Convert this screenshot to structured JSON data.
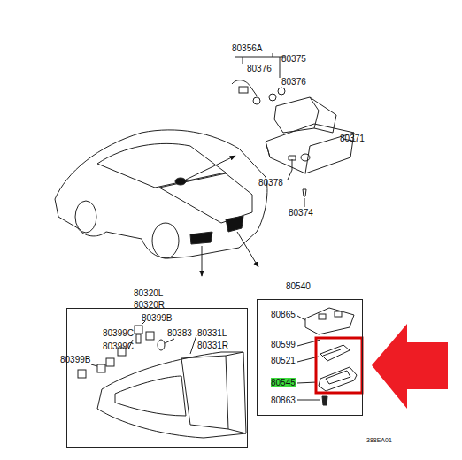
{
  "diagram": {
    "nodes": [
      {
        "text": [
          "80320L 80320R"
        ]
      },
      {
        "text": [
          "80540"
        ]
      }
    ],
    "labels": [
      "80356A",
      "80375",
      "80376",
      "80376",
      "80371",
      "80378",
      "80374",
      "80399B",
      "80383",
      "80331L",
      "80331R",
      "80399C",
      "80399C",
      "80399B",
      "80865",
      "80599",
      "80521",
      "80545",
      "80863",
      "388EA01"
    ]
  }
}
